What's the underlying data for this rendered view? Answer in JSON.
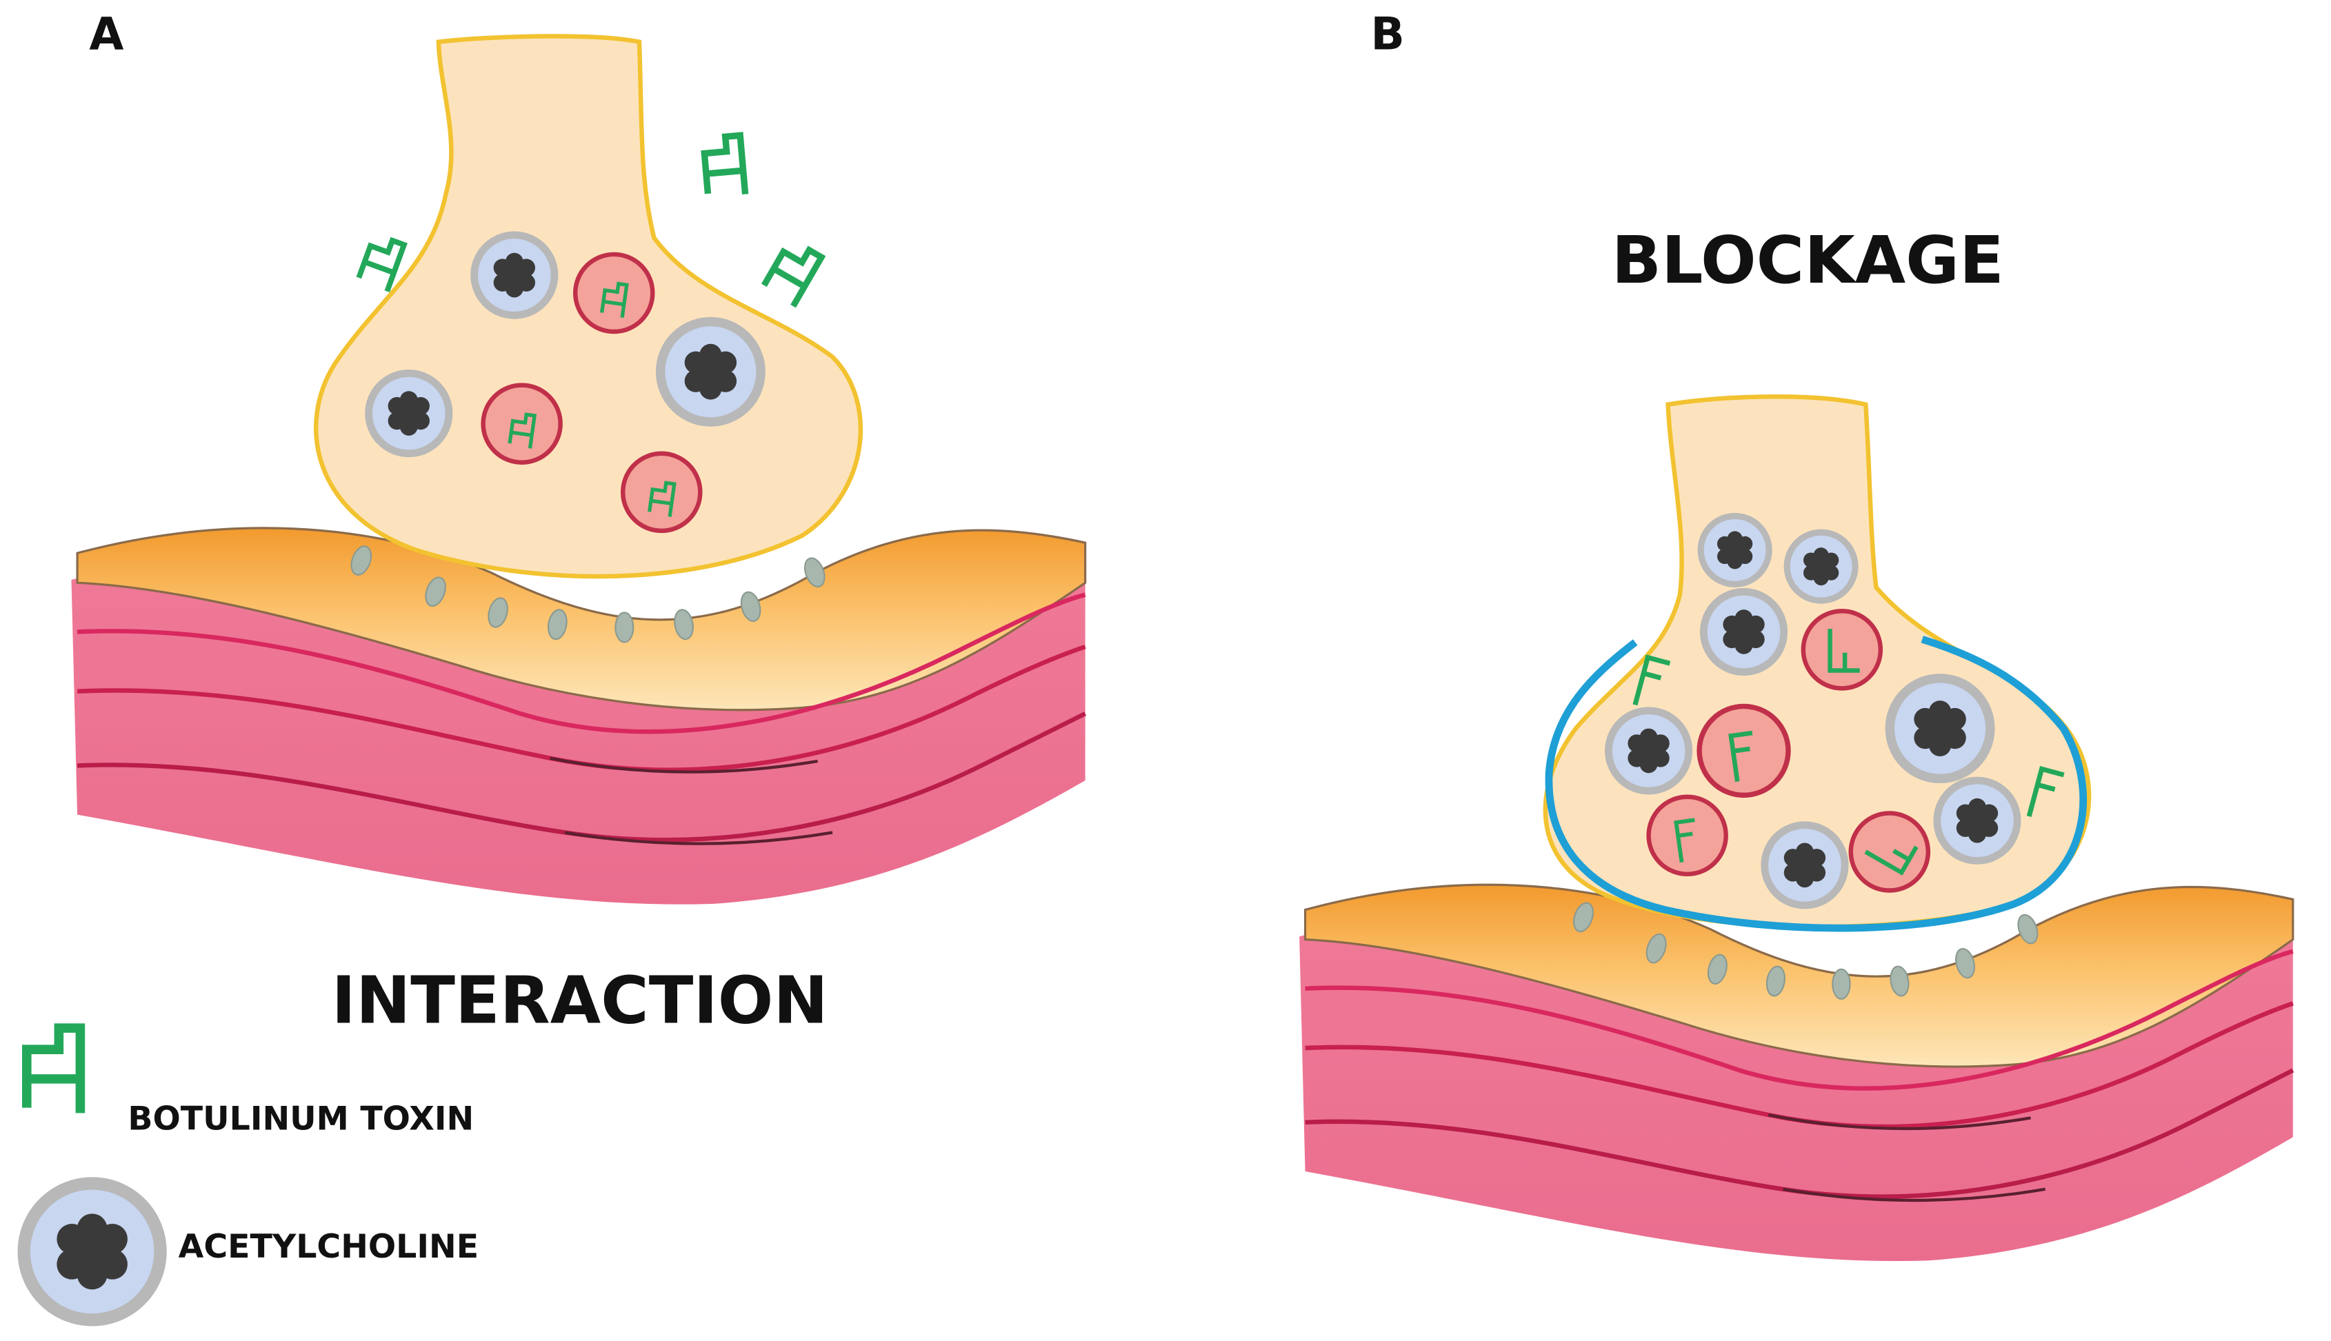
{
  "panels": [
    {
      "letter": "A",
      "caption": "INTERACTION"
    },
    {
      "letter": "B",
      "caption": "BLOCKAGE"
    }
  ],
  "legend": [
    {
      "label": "BOTULINUM TOXIN",
      "icon": "botulinum-toxin-icon"
    },
    {
      "label": "ACETYLCHOLINE",
      "icon": "acetylcholine-vesicle-icon"
    }
  ],
  "colors": {
    "terminal_fill": "#fde3bd",
    "terminal_outline": "#f2c230",
    "blocked_membrane": "#1e9fd6",
    "muscle": "#ef7d99",
    "muscle_stripe": "#d9285f",
    "endplate": "#f6a640",
    "receptor": "#a7b7ae",
    "toxin": "#23a85a",
    "ach_vesicle_fill": "#c8d6f0",
    "ach_vesicle_ring": "#b8b8b8",
    "ach_core": "#3a3a3a",
    "toxin_vesicle_fill": "#f4a39a",
    "toxin_vesicle_ring": "#c0304a"
  }
}
